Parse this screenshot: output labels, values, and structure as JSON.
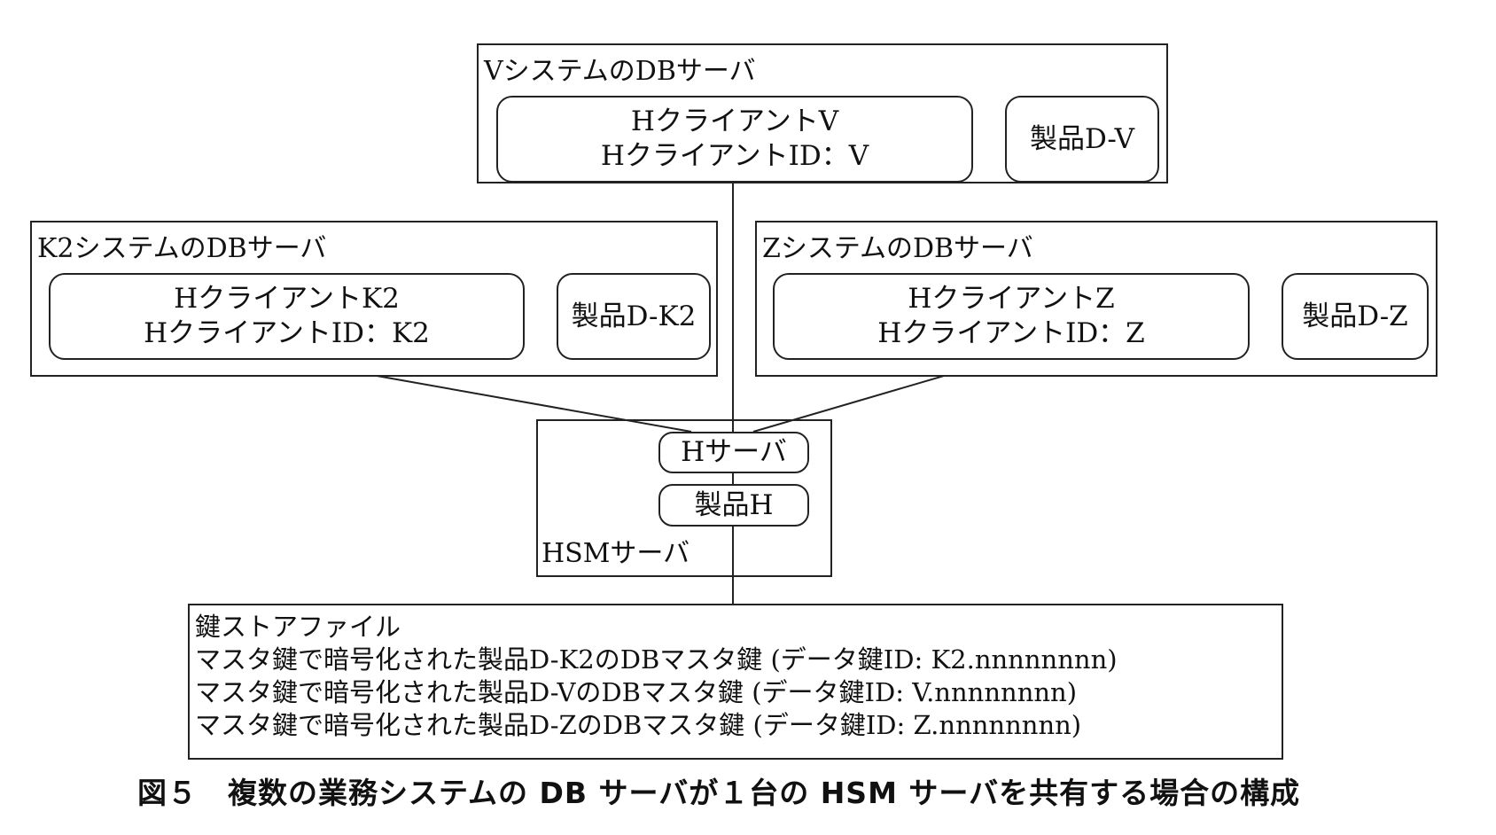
{
  "figure": {
    "caption": "図５　複数の業務システムの DB サーバが１台の HSM サーバを共有する場合の構成"
  },
  "servers": {
    "v": {
      "title": "VシステムのDBサーバ",
      "client_name": "HクライアントV",
      "client_id": "HクライアントID：V",
      "product": "製品D-V"
    },
    "k2": {
      "title": "K2システムのDBサーバ",
      "client_name": "HクライアントK2",
      "client_id": "HクライアントID：K2",
      "product": "製品D-K2"
    },
    "z": {
      "title": "ZシステムのDBサーバ",
      "client_name": "HクライアントZ",
      "client_id": "HクライアントID：Z",
      "product": "製品D-Z"
    }
  },
  "hsm": {
    "title": "HSMサーバ",
    "h_server": "Hサーバ",
    "product_h": "製品H"
  },
  "keystore": {
    "title": "鍵ストアファイル",
    "entries": [
      "マスタ鍵で暗号化された製品D-K2のDBマスタ鍵 (データ鍵ID: K2.nnnnnnnn)",
      "マスタ鍵で暗号化された製品D-VのDBマスタ鍵 (データ鍵ID: V.nnnnnnnn)",
      "マスタ鍵で暗号化された製品D-ZのDBマスタ鍵 (データ鍵ID: Z.nnnnnnnn)"
    ]
  }
}
